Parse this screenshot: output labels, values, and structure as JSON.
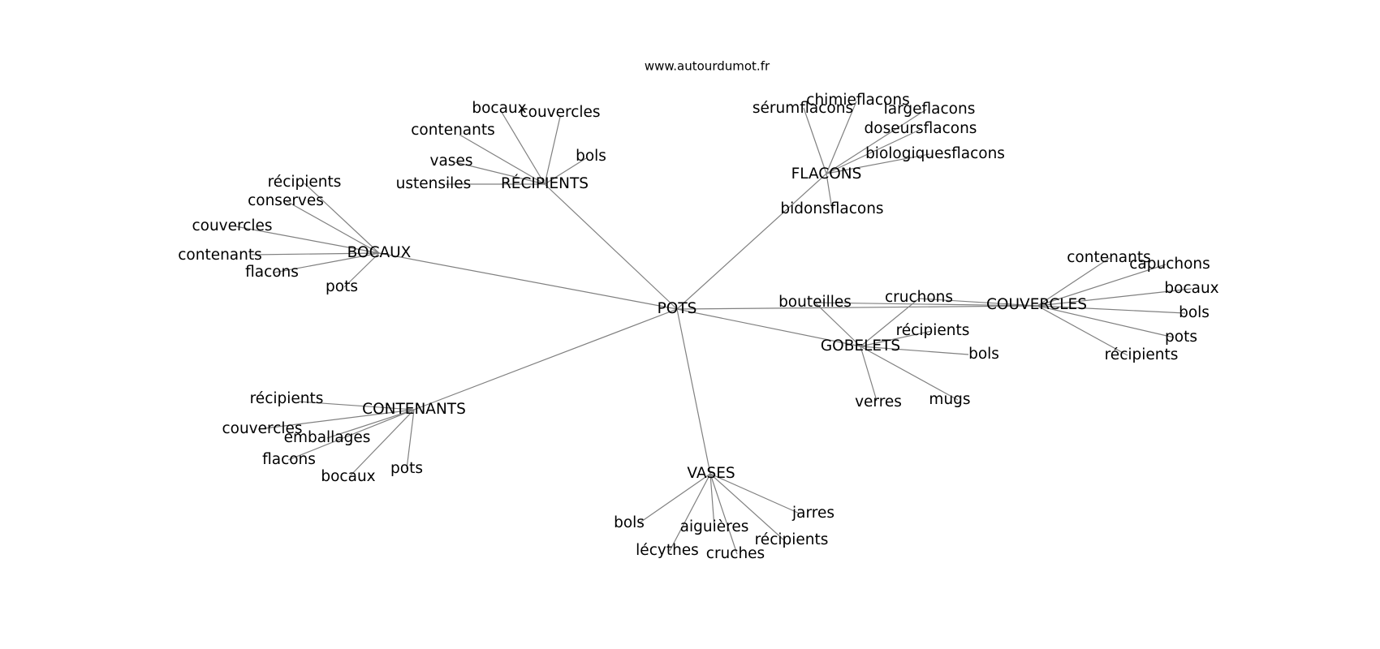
{
  "source": "www.autourdumot.fr",
  "graph": {
    "center": "POTS",
    "clusters": [
      {
        "hub": "RÉCIPIENTS",
        "leaves": [
          "bocaux",
          "couvercles",
          "contenants",
          "bols",
          "vases",
          "ustensiles"
        ]
      },
      {
        "hub": "FLACONS",
        "leaves": [
          "chimieflacons",
          "sérumflacons",
          "largeflacons",
          "doseursflacons",
          "biologiquesflacons",
          "bidonsflacons"
        ]
      },
      {
        "hub": "BOCAUX",
        "leaves": [
          "récipients",
          "conserves",
          "couvercles",
          "contenants",
          "flacons",
          "pots"
        ]
      },
      {
        "hub": "COUVERCLES",
        "leaves": [
          "contenants",
          "capuchons",
          "bocaux",
          "bols",
          "pots",
          "récipients",
          "cruchons",
          "bouteilles"
        ]
      },
      {
        "hub": "GOBELETS",
        "leaves": [
          "bouteilles",
          "cruchons",
          "récipients",
          "bols",
          "mugs",
          "verres"
        ]
      },
      {
        "hub": "CONTENANTS",
        "leaves": [
          "récipients",
          "couvercles",
          "emballages",
          "flacons",
          "bocaux",
          "pots"
        ]
      },
      {
        "hub": "VASES",
        "leaves": [
          "bols",
          "aiguières",
          "jarres",
          "récipients",
          "lécythes",
          "cruches"
        ]
      }
    ]
  }
}
